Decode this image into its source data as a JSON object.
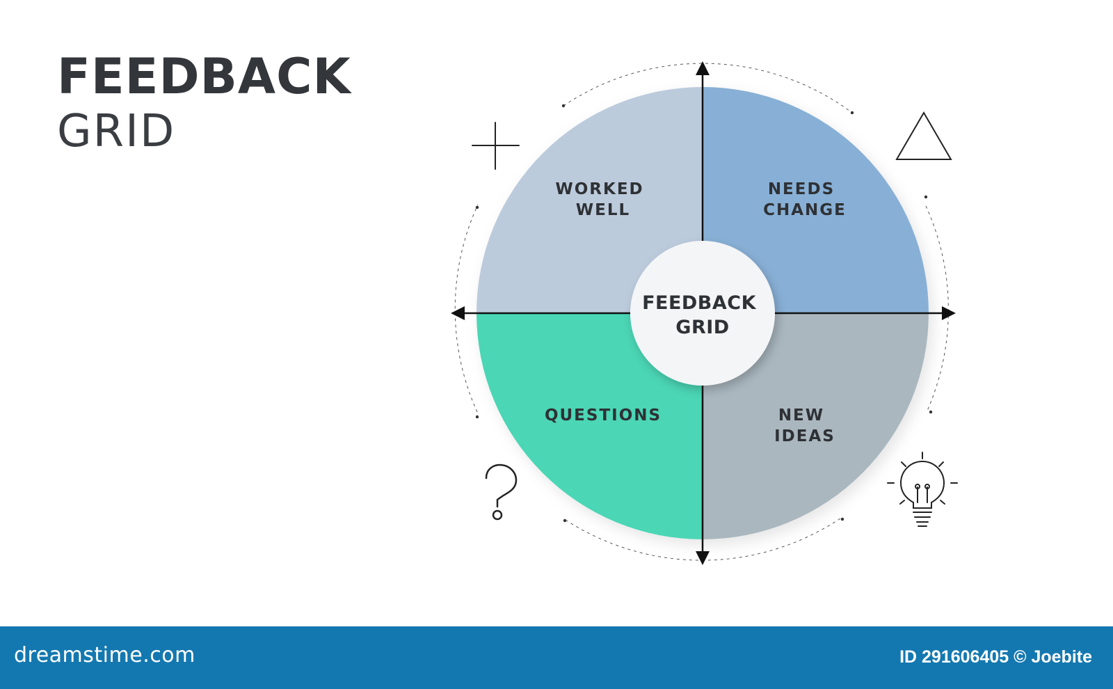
{
  "title": {
    "line1": "FEEDBACK",
    "line2": "GRID"
  },
  "hub": {
    "line1": "FEEDBACK",
    "line2": "GRID"
  },
  "quadrants": [
    {
      "id": "worked-well",
      "lines": [
        "WORKED",
        "WELL"
      ],
      "color": "#bccbdc",
      "icon": "plus-icon"
    },
    {
      "id": "needs-change",
      "lines": [
        "NEEDS",
        "CHANGE"
      ],
      "color": "#88b0d6",
      "icon": "triangle-icon"
    },
    {
      "id": "questions",
      "lines": [
        "QUESTIONS"
      ],
      "color": "#4cd6b5",
      "icon": "question-mark-icon"
    },
    {
      "id": "new-ideas",
      "lines": [
        "NEW",
        "IDEAS"
      ],
      "color": "#aab7bf",
      "icon": "lightbulb-icon"
    }
  ],
  "footer": {
    "brand": "dreamstime.com",
    "id_text": "ID 291606405 © Joebite",
    "color": "#1478b0"
  }
}
